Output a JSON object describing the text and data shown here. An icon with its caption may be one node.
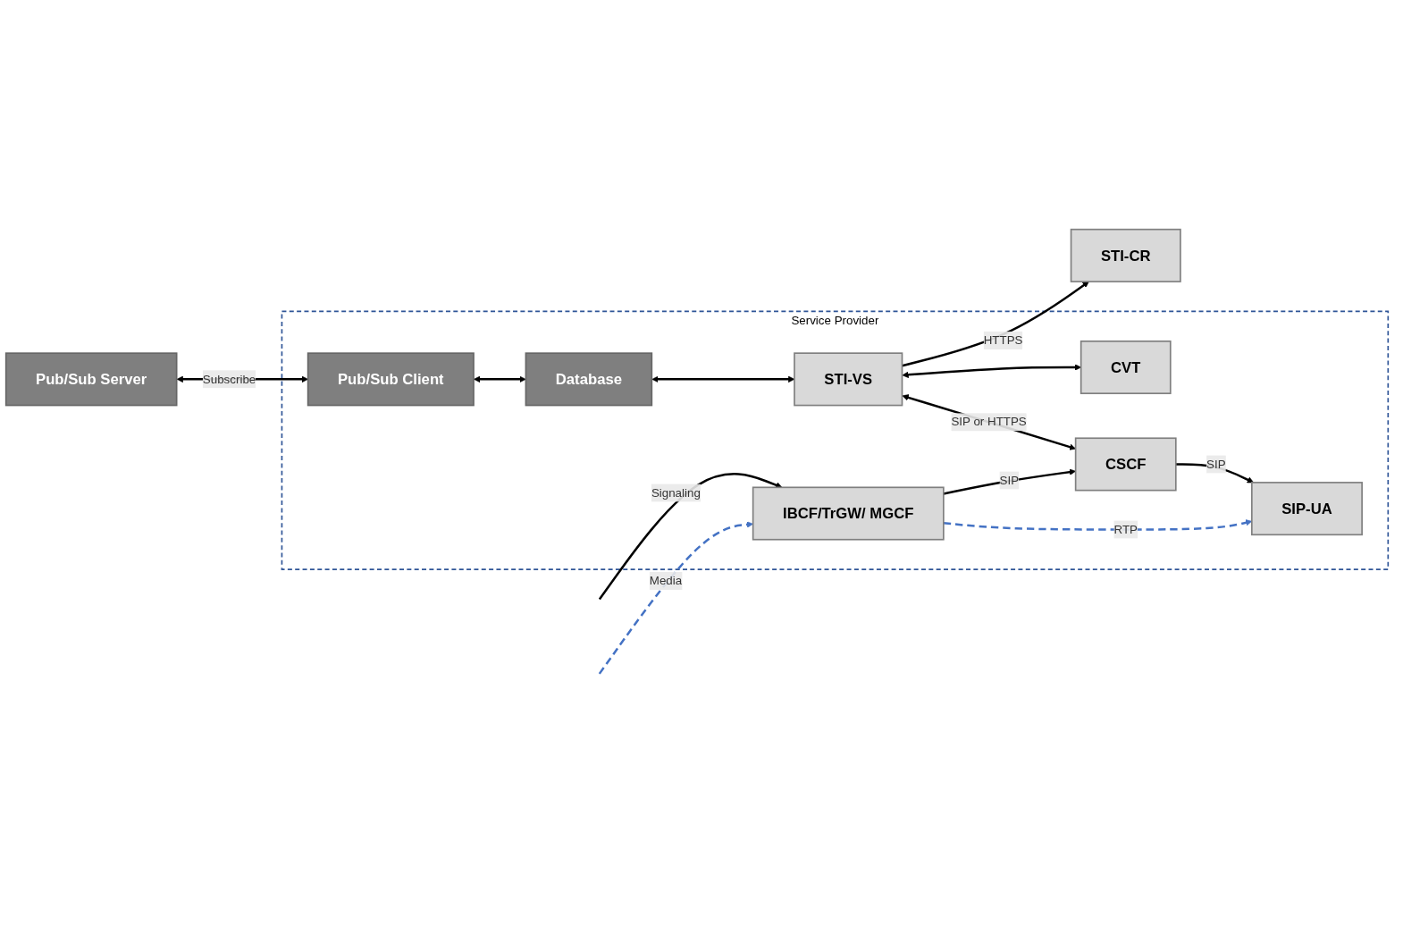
{
  "diagram": {
    "nodes": [
      {
        "text": [
          "STI-CR"
        ]
      },
      {
        "text": [
          "Pub/Sub Server"
        ]
      },
      {
        "text": [
          "Service Provider"
        ]
      },
      {
        "text": [
          "Pub/Sub Client"
        ],
        "in": 2
      },
      {
        "text": [
          "Database"
        ],
        "in": 2
      },
      {
        "text": [
          "STI-VS"
        ],
        "in": 2
      },
      {
        "text": [
          "CVT"
        ],
        "in": 2
      },
      {
        "text": [
          "CSCF"
        ],
        "in": 2
      },
      {
        "text": [
          "IBCF/TrGW/ MGCF"
        ],
        "in": 2
      },
      {
        "text": [
          "SIP-UA"
        ],
        "in": 2
      }
    ],
    "edges": [
      {
        "from": 1,
        "to": 3,
        "arrow": "both",
        "label": "Subscribe"
      },
      {
        "from": 3,
        "to": 4,
        "arrow": "both"
      },
      {
        "from": 4,
        "to": 5,
        "arrow": "both"
      },
      {
        "from": 5,
        "to": 0,
        "arrow": "to",
        "label": "HTTPS"
      },
      {
        "from": 5,
        "to": 6,
        "arrow": "both"
      },
      {
        "from": 5,
        "to": 7,
        "arrow": "both",
        "label": "SIP or HTTPS"
      },
      {
        "from": 8,
        "to": 7,
        "arrow": "to",
        "label": "SIP"
      },
      {
        "from": 7,
        "to": 9,
        "arrow": "to",
        "label": "SIP"
      },
      {
        "from": null,
        "to": 8,
        "arrow": "to",
        "label": "Signaling"
      },
      {
        "from": null,
        "to": 8,
        "arrow": "to",
        "label": "Media",
        "style": "dashed",
        "color": "#4472c4"
      },
      {
        "from": 8,
        "to": 9,
        "arrow": "to",
        "label": "RTP",
        "style": "dashed",
        "color": "#4472c4"
      }
    ]
  }
}
